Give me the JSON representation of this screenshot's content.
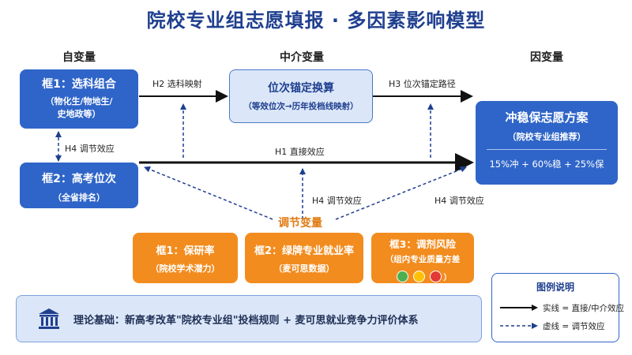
{
  "title": "院校专业组志愿填报 · 多因素影响模型",
  "columns": {
    "independent": "自变量",
    "mediator": "中介变量",
    "dependent": "因变量"
  },
  "independent_boxes": [
    {
      "title": "框1：选科组合",
      "sub1": "（物化生/物地生/",
      "sub2": "史地政等）"
    },
    {
      "title": "框2：高考位次",
      "sub1": "（全省排名）"
    }
  ],
  "mediator_box": {
    "title": "位次锚定换算",
    "sub": "（等效位次→历年投档线映射）"
  },
  "dependent_box": {
    "title": "冲稳保志愿方案",
    "sub": "（院校专业组推荐）",
    "ratio": "15%冲 + 60%稳 + 25%保"
  },
  "arrow_labels": {
    "h2": "H2 选科映射",
    "h3": "H3 位次锚定路径",
    "h1": "H1 直接效应",
    "h4_left": "H4 调节效应",
    "h4_mid": "H4 调节效应",
    "h4_right": "H4 调节效应"
  },
  "moderator_title": "调节变量",
  "moderator_boxes": [
    {
      "title": "框1：保研率",
      "sub": "（院校学术潜力）"
    },
    {
      "title": "框2：绿牌专业就业率",
      "sub": "（麦可思数据）"
    },
    {
      "title": "框3：调剂风险",
      "sub": "（组内专业质量方差",
      "tail": "）"
    }
  ],
  "risk_colors": [
    "#4caf50",
    "#ffc107",
    "#e53935"
  ],
  "theory": {
    "icon": "institution-icon",
    "text": "理论基础：新高考改革\"院校专业组\"投档规则 + 麦可思就业竞争力评价体系"
  },
  "legend": {
    "title": "图例说明",
    "solid": "实线 = 直接/中介效应",
    "dashed": "虚线 = 调节效应"
  },
  "colors": {
    "primary": "#2f65c8",
    "mediator_bg": "#dbe7f8",
    "moderator": "#f28c1e",
    "title": "#1f3f8f"
  }
}
